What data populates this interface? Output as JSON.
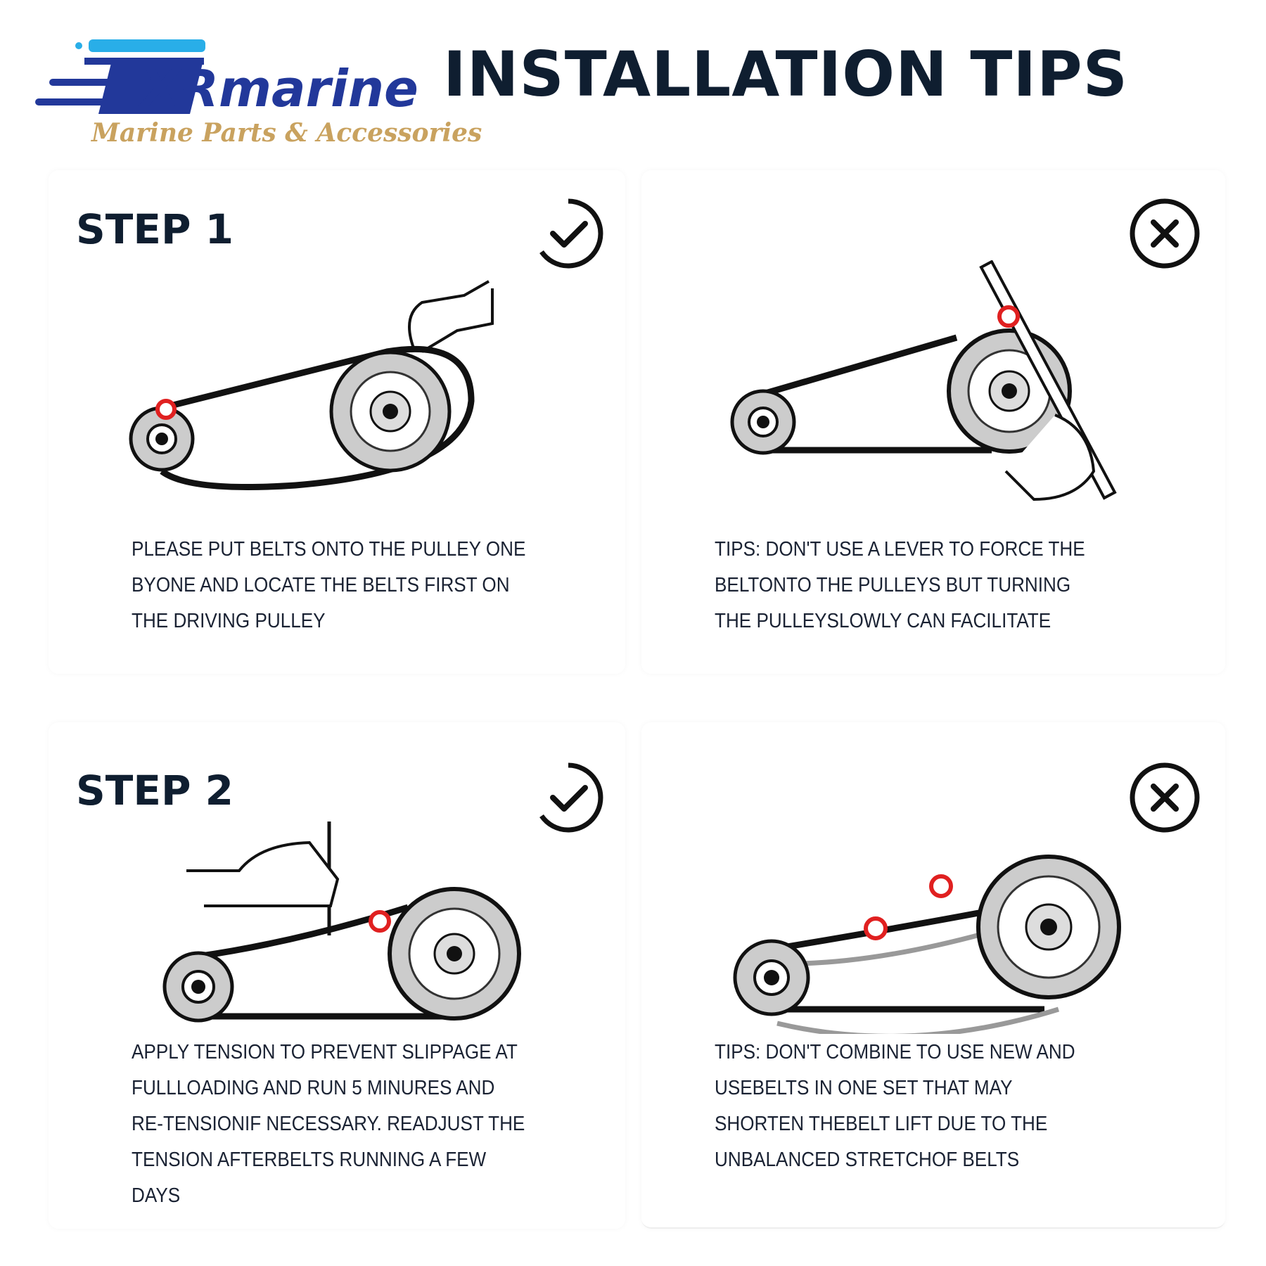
{
  "header": {
    "title": "INSTALLATION TIPS"
  },
  "logo": {
    "brand": "XRmarine",
    "tagline": "Marine Parts & Accessories"
  },
  "steps": [
    {
      "label": "STEP 1",
      "correct_text": [
        "PLEASE PUT BELTS ONTO THE PULLEY ONE",
        "BYONE AND LOCATE THE BELTS FIRST ON",
        "THE DRIVING PULLEY"
      ],
      "wrong_text": [
        "TIPS: DON'T USE A LEVER TO FORCE THE",
        "BELTONTO THE PULLEYS BUT TURNING",
        "THE PULLEYSLOWLY CAN FACILITATE"
      ]
    },
    {
      "label": "STEP 2",
      "correct_text": [
        "APPLY TENSION TO PREVENT SLIPPAGE AT",
        "FULLLOADING AND RUN 5 MINURES AND",
        "RE-TENSIONIF NECESSARY. READJUST THE",
        "TENSION AFTERBELTS RUNNING A FEW",
        "DAYS"
      ],
      "wrong_text": [
        "TIPS: DON'T COMBINE TO USE NEW AND",
        "USEBELTS IN ONE SET THAT MAY",
        "SHORTEN THEBELT LIFT DUE TO THE",
        "UNBALANCED STRETCHOF BELTS"
      ]
    }
  ],
  "icons": {
    "correct": "check-circle-icon",
    "wrong": "x-circle-icon"
  },
  "colors": {
    "navy": "#0f1e30",
    "brand_blue": "#22389a",
    "light_blue": "#29aee8",
    "gold": "#c9a25f",
    "marker_red": "#e02020"
  }
}
